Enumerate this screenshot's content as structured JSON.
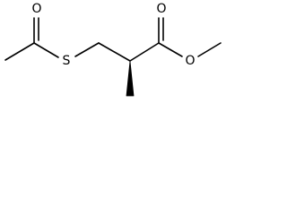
{
  "molecule": {
    "atoms": {
      "O_acetyl": "O",
      "S": "S",
      "O_carbonyl": "O",
      "O_ester": "O"
    }
  }
}
